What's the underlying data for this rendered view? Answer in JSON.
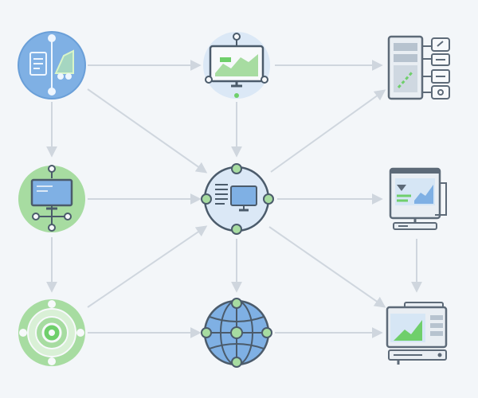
{
  "colors": {
    "background": "#f3f6f9",
    "connector": "#cfd6de",
    "blue_fill": "#7fb0e4",
    "blue_light": "#dbe8f6",
    "green_fill": "#a7dca1",
    "green_light": "#d9f0d6",
    "green_accent": "#6fcf6b",
    "stroke_dark": "#4b5b6b",
    "device_gray": "#5d6a78",
    "screen_blue": "#d6e6f5"
  },
  "nodes": [
    {
      "id": "flow-chart-node",
      "icon": "document-flow-icon",
      "style": "blue-circle"
    },
    {
      "id": "monitor-chart-node",
      "icon": "monitor-chart-icon",
      "style": "blue-light-circle"
    },
    {
      "id": "server-rack-node",
      "icon": "server-rack-icon",
      "style": "device"
    },
    {
      "id": "desktop-network-node",
      "icon": "desktop-network-icon",
      "style": "green-circle"
    },
    {
      "id": "central-hub-node",
      "icon": "hub-computer-icon",
      "style": "hub-circle"
    },
    {
      "id": "dashboard-monitor-node",
      "icon": "dashboard-monitor-icon",
      "style": "device"
    },
    {
      "id": "target-node",
      "icon": "concentric-target-icon",
      "style": "green-circle"
    },
    {
      "id": "mesh-network-node",
      "icon": "mesh-network-icon",
      "style": "blue-circle"
    },
    {
      "id": "workstation-node",
      "icon": "workstation-server-icon",
      "style": "device"
    }
  ]
}
